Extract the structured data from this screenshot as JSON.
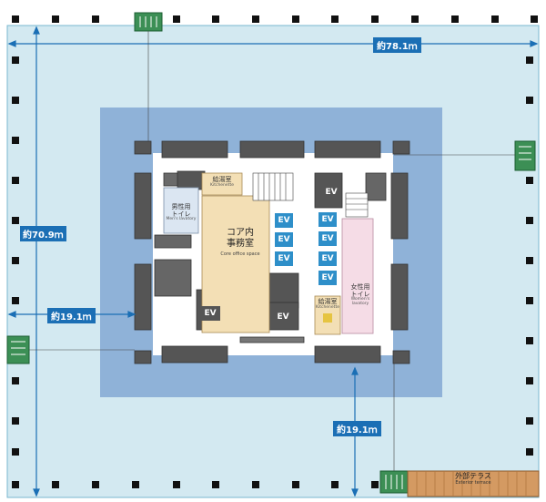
{
  "dimensions": {
    "total_width": "約78.1ｍ",
    "total_height": "約70.9ｍ",
    "west_depth": "約19.1ｍ",
    "south_depth": "約19.1ｍ"
  },
  "rooms": {
    "core_office": "コア内\n事務室",
    "core_office_en": "Core office space",
    "mens_toilet": "男性用\nトイレ",
    "mens_toilet_en": "Men's lavatory",
    "womens_toilet": "女性用\nトイレ",
    "womens_toilet_en": "Women's lavatory",
    "kitchenette_top": "給湯室",
    "kitchenette_top_en": "Kitchenette",
    "kitchenette_right": "給湯室",
    "kitchenette_right_en": "Kitchenette",
    "terrace": "外部テラス",
    "terrace_en": "Exterior terrace"
  },
  "elevators": {
    "label": "EV",
    "core_left_count": 3,
    "core_right_count": 4
  },
  "colors": {
    "outer_floor": "#d3e9f1",
    "inner_floor": "#8fb2d8",
    "core_floor": "#ffffff",
    "office": "#f3dfb5",
    "toilet_men": "#dbe6f2",
    "toilet_women": "#f5dce6",
    "columns": "#111111",
    "shafts": "#555555",
    "dimension": "#1b6fb5",
    "terrace": "#d49a62",
    "ev": "#2e8fc9"
  }
}
